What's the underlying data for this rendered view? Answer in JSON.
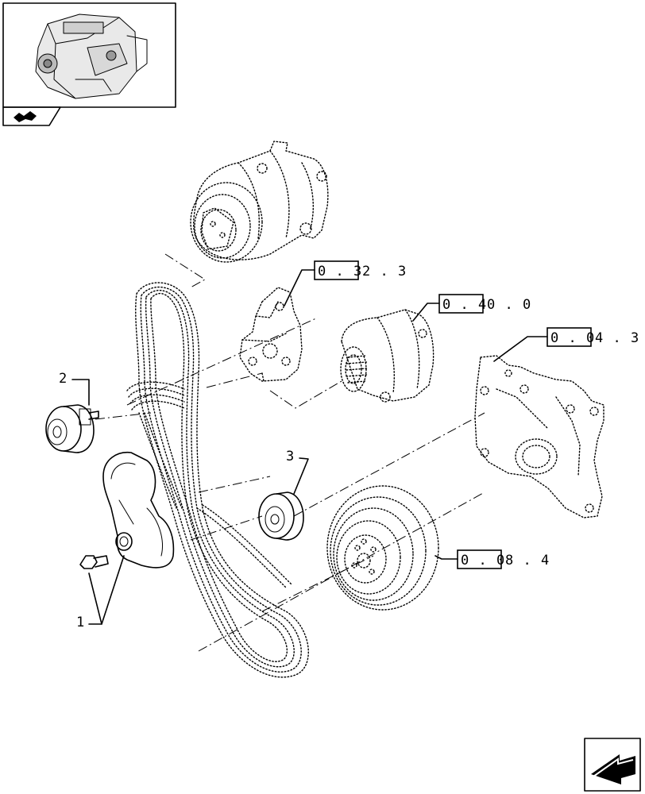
{
  "references": [
    {
      "id": "ref-compressor",
      "boxed": "0 . 3",
      "rest": "2 . 3"
    },
    {
      "id": "ref-alternator",
      "boxed": "0 . 4",
      "rest": "0 . 0"
    },
    {
      "id": "ref-timing-cover",
      "boxed": "0 . 0",
      "rest": "4 . 3"
    },
    {
      "id": "ref-damper",
      "boxed": "0 . 0",
      "rest": "8 . 4"
    }
  ],
  "callouts": {
    "tensioner": "1",
    "idler_pulley_upper": "2",
    "idler_pulley_lower": "3"
  },
  "icons": {
    "thumbnail": "engine-thumbnail-icon",
    "section": "section-arrow-icon",
    "navigation": "next-page-arrow-icon"
  }
}
